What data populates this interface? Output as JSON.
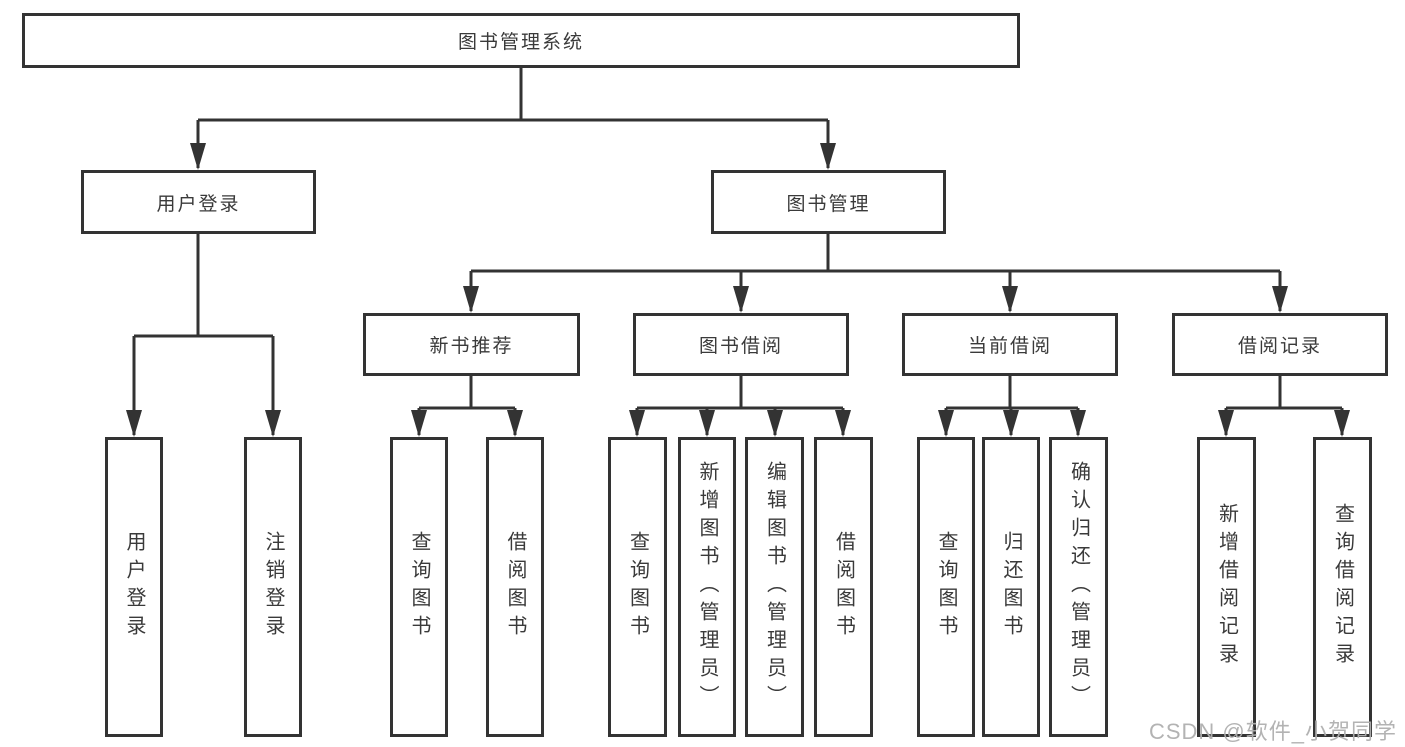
{
  "diagram_type": "hierarchy-tree",
  "colors": {
    "line": "#333333",
    "box_border": "#333333",
    "box_fill": "#ffffff",
    "text": "#3a3a3a",
    "background": "#ffffff",
    "watermark": "#afafaf"
  },
  "tree": {
    "label": "图书管理系统",
    "children": [
      {
        "label": "用户登录",
        "children": [
          {
            "label": "用户登录"
          },
          {
            "label": "注销登录"
          }
        ]
      },
      {
        "label": "图书管理",
        "children": [
          {
            "label": "新书推荐",
            "children": [
              {
                "label": "查询图书"
              },
              {
                "label": "借阅图书"
              }
            ]
          },
          {
            "label": "图书借阅",
            "children": [
              {
                "label": "查询图书"
              },
              {
                "label": "新增图书（管理员）"
              },
              {
                "label": "编辑图书（管理员）"
              },
              {
                "label": "借阅图书"
              }
            ]
          },
          {
            "label": "当前借阅",
            "children": [
              {
                "label": "查询图书"
              },
              {
                "label": "归还图书"
              },
              {
                "label": "确认归还（管理员）"
              }
            ]
          },
          {
            "label": "借阅记录",
            "children": [
              {
                "label": "新增借阅记录"
              },
              {
                "label": "查询借阅记录"
              }
            ]
          }
        ]
      }
    ]
  },
  "watermark": {
    "text": "CSDN @软件_小贺同学"
  }
}
